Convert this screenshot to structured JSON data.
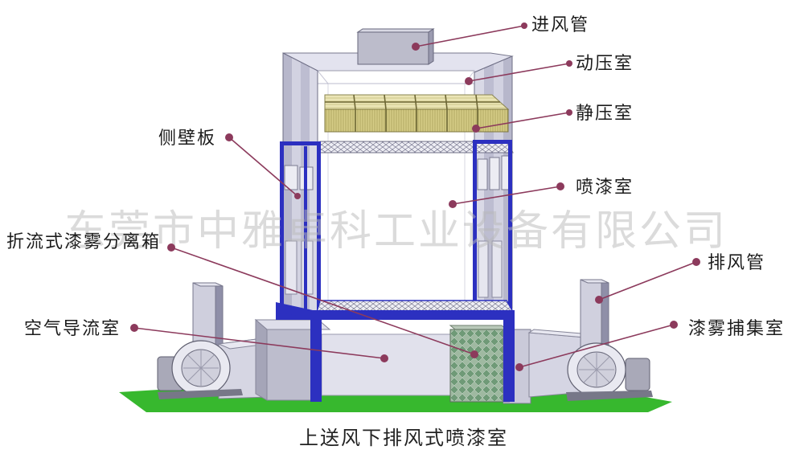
{
  "caption": "上送风下排风式喷漆室",
  "watermark": "东莞市中雅卓科工业设备有限公司",
  "labels": {
    "inlet_duct": "进风管",
    "dynamic_pressure_chamber": "动压室",
    "static_pressure_chamber": "静压室",
    "side_wall_panel": "侧壁板",
    "spray_booth": "喷漆室",
    "baffle_separator_box": "折流式漆雾分离箱",
    "exhaust_duct": "排风管",
    "air_guide_chamber": "空气导流室",
    "mist_capture_chamber": "漆雾捕集室"
  },
  "colors": {
    "callout": "#8c3a5c",
    "frame": "#2c30c0",
    "ground": "#37b82e",
    "filter": "#d5cc86"
  }
}
